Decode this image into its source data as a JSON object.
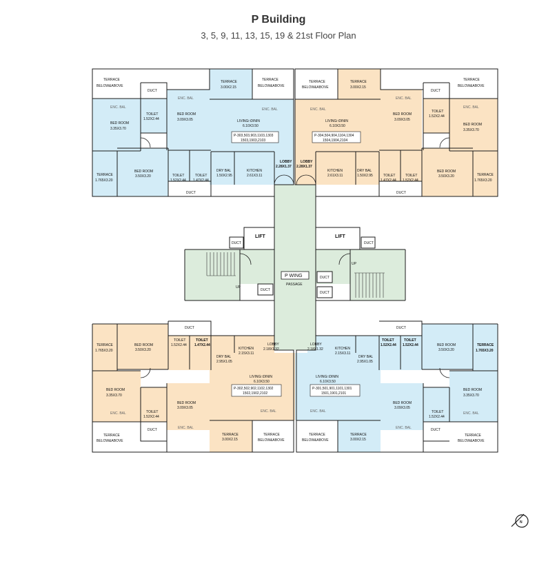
{
  "header": {
    "title": "P Building",
    "subtitle": "3, 5, 9, 11, 13, 15, 19 & 21st Floor Plan"
  },
  "colors": {
    "blue_units": "#d3ecf7",
    "orange_units": "#fbe3c3",
    "core": "#dcecdc",
    "walls": "#1a1a1a",
    "terrace_white": "#ffffff"
  },
  "labels": {
    "terrace": "TERRACE",
    "below_above": "BELOW&ABOVE",
    "duct": "DUCT",
    "enc_bal": "ENC. BAL",
    "bed_room": "BED ROOM",
    "toilet": "TOILET",
    "living_dinin": "LIVING□DININ",
    "kitchen": "KITCHEN",
    "dry_bal": "DRY BAL",
    "lobby": "LOBBY",
    "lift": "LIFT",
    "up": "UP",
    "wing": "P WING",
    "passage": "PASSAGE",
    "north": "N"
  },
  "units": {
    "top_left": {
      "terrace_top": "3.00X2.15",
      "bed_main": "3.35X3.70",
      "toilet_main": "1.52X2.44",
      "bed_mid": "3.09X3.05",
      "living": "6.10X3.50",
      "flats_line1": "P-303,503,903,1103,1303",
      "flats_line2": "1503,1903,2103",
      "terrace_side": "1.765X3.20",
      "bed_lower": "3.50X3.20",
      "toilet_a": "1.52X2.44",
      "toilet_b": "1.47X2.44",
      "dry_bal": "1.50X2.95",
      "kitchen": "2.61X3.11",
      "lobby": "2.28X1.37"
    },
    "top_right": {
      "terrace_top": "3.00X2.15",
      "bed_main": "3.35X3.70",
      "toilet_main": "1.52X2.44",
      "bed_mid": "3.09X3.05",
      "living": "6.10X3.50",
      "flats_line1": "P-304,504,904,1104,1304",
      "flats_line2": "1504,1904,2104",
      "terrace_side": "1.765X3.20",
      "bed_lower": "3.50X3.20",
      "toilet_a": "1.47X2.44",
      "toilet_b": "1.52X2.44",
      "dry_bal": "1.50X2.95",
      "kitchen": "2.61X3.11",
      "lobby": "2.28X1.37"
    },
    "bottom_left": {
      "terrace_side": "1.765X3.20",
      "bed_upper": "3.50X3.20",
      "toilet_a": "1.52X2.44",
      "toilet_b": "1.47X2.44",
      "dry_bal": "2.95X1.05",
      "kitchen": "2.15X3.11",
      "lobby": "2.18X1.32",
      "living": "6.10X3.50",
      "flats_line1": "P-302,502,902,1102,1302",
      "flats_line2": "1502,1902,2102",
      "bed_main": "3.35X3.70",
      "toilet_main": "1.52X2.44",
      "bed_mid": "3.09X3.05",
      "terrace_bottom": "3.00X2.15"
    },
    "bottom_right": {
      "lobby": "2.18X1.32",
      "kitchen": "2.15X3.11",
      "toilet_a": "1.52X2.44",
      "toilet_b": "1.52X2.44",
      "dry_bal": "2.95X1.05",
      "bed_upper": "3.50X3.20",
      "terrace_side": "1.765X3.20",
      "living": "6.10X3.50",
      "flats_line1": "P-301,501,901,1101,1301",
      "flats_line2": "1501,1901,2101",
      "bed_main": "3.35X3.70",
      "toilet_main": "1.52X2.44",
      "bed_mid": "3.09X3.05",
      "terrace_bottom": "3.00X2.15"
    }
  }
}
